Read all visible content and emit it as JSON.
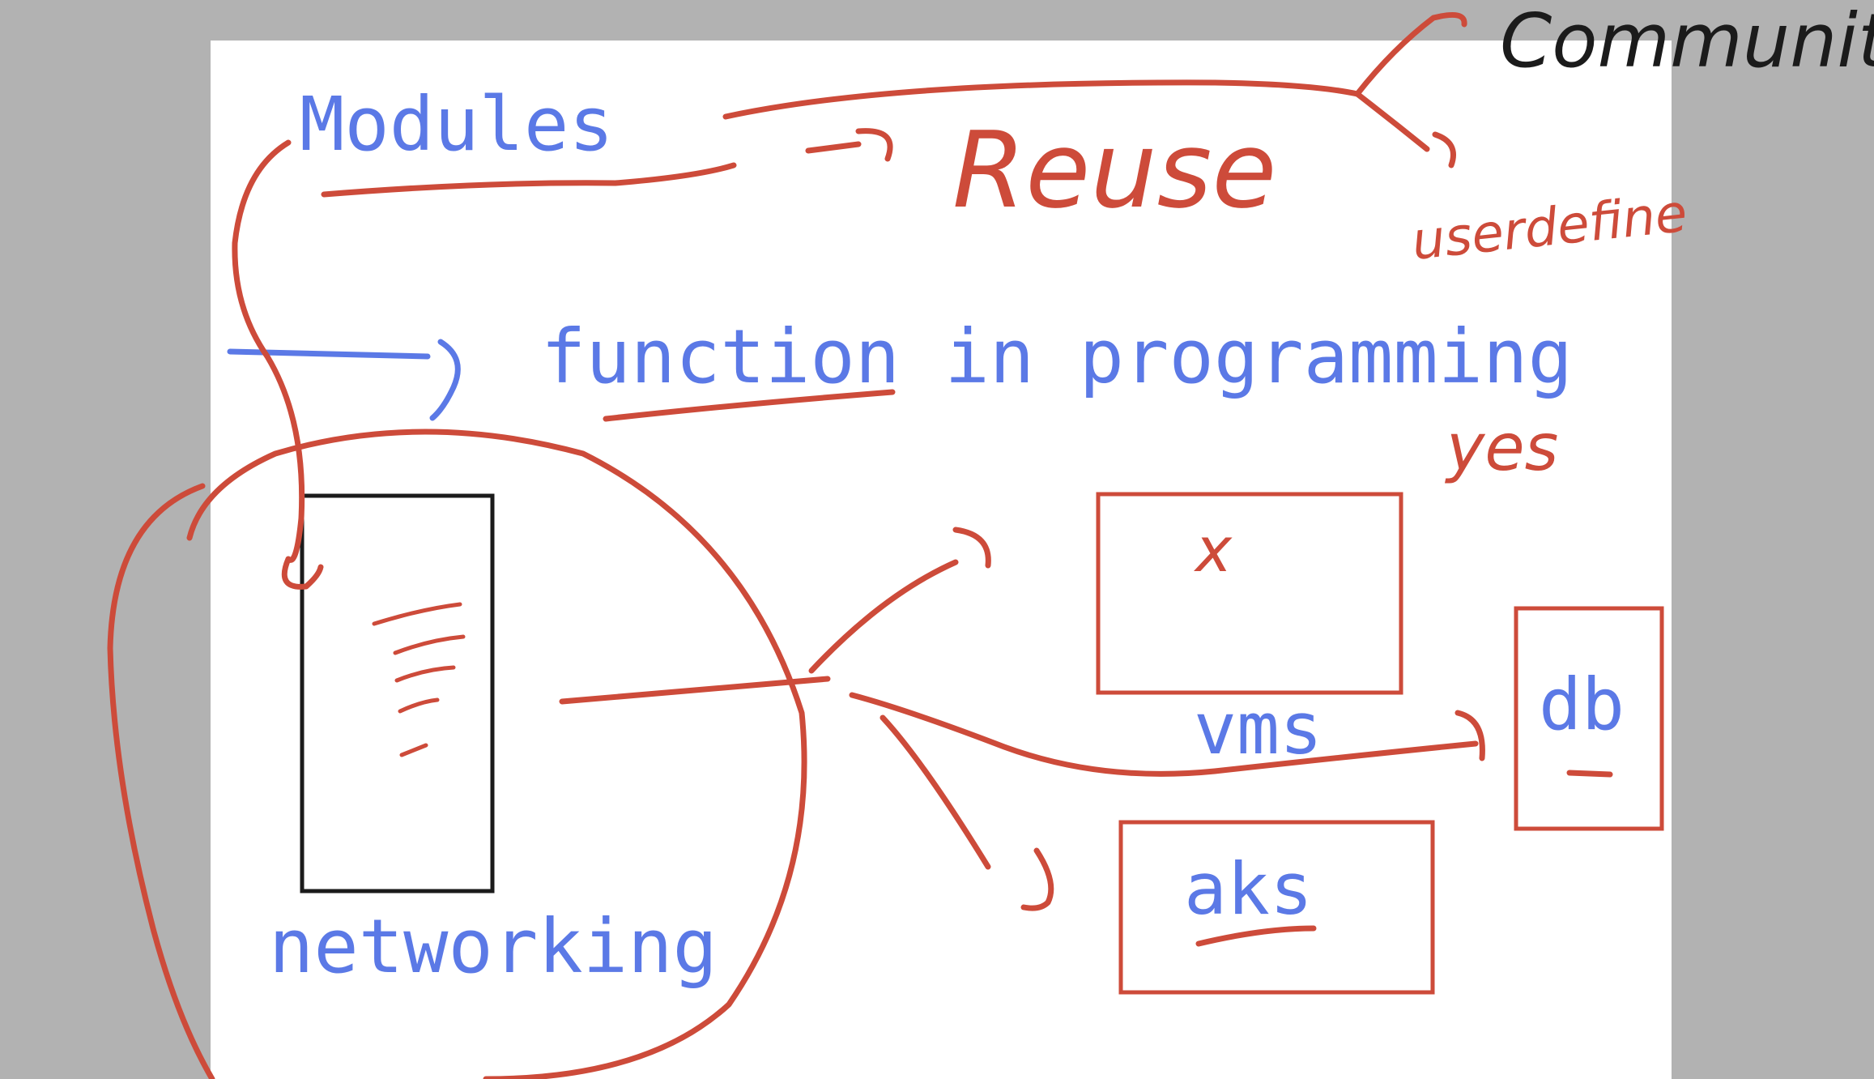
{
  "typed_labels": {
    "modules": "Modules",
    "function_line": "function in programming",
    "networking": "networking",
    "vms": "vms",
    "aks": "aks",
    "db": "db"
  },
  "handwritten": {
    "reuse": "Reuse",
    "community": "Community",
    "userdefine": "userdefine",
    "yes": "yes",
    "x_mark": "x"
  },
  "colors": {
    "canvas_background": "#ffffff",
    "page_background": "#b2b2b2",
    "typed_text": "#5b79e6",
    "red_ink": "#cd4b3a",
    "black_ink": "#1b1b1b"
  }
}
